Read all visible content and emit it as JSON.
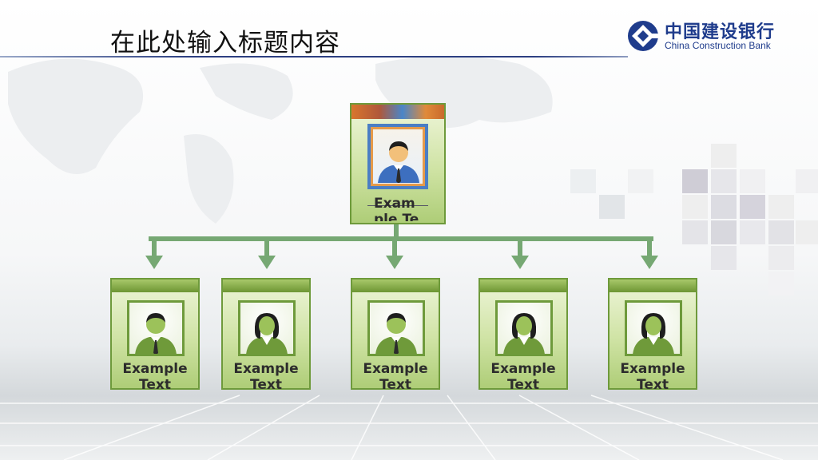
{
  "header": {
    "title": "在此处输入标题内容"
  },
  "logo": {
    "name_cn": "中国建设银行",
    "name_en": "China Construction Bank"
  },
  "org_chart": {
    "root": {
      "label": "Example Text",
      "figure": "male-avatar-icon"
    },
    "children": [
      {
        "label": "Example Text",
        "figure": "male-avatar-icon"
      },
      {
        "label": "Example Text",
        "figure": "female-avatar-icon"
      },
      {
        "label": "Example Text",
        "figure": "male-avatar-icon"
      },
      {
        "label": "Example Text",
        "figure": "female-avatar-icon"
      },
      {
        "label": "Example Text",
        "figure": "female-avatar-icon"
      }
    ]
  },
  "colors": {
    "card_border": "#6e9a3b",
    "connector": "#76a873",
    "title_rule": "#2c3f82",
    "brand_blue": "#1f3c8c"
  }
}
